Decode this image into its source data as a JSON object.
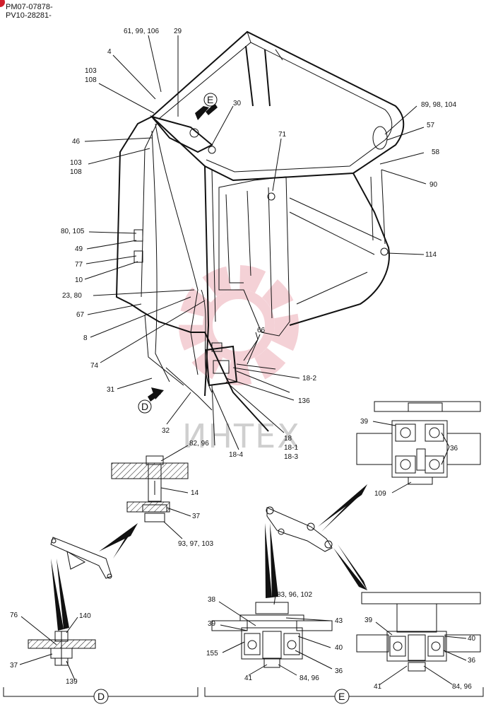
{
  "header": {
    "serial_1": "PM07-07878-",
    "serial_2": "PV10-28281-"
  },
  "watermark": {
    "text": "ИНТЕХ",
    "color": "#e89aa6"
  },
  "callouts": {
    "c_61_99_106": "61, 99, 106",
    "c_29": "29",
    "c_4": "4",
    "c_103_a": "103",
    "c_108_a": "108",
    "c_30": "30",
    "c_46": "46",
    "c_103_b": "103",
    "c_108_b": "108",
    "c_71": "71",
    "c_89_98_104": "89, 98, 104",
    "c_57": "57",
    "c_58": "58",
    "c_90": "90",
    "c_80_105": "80, 105",
    "c_49": "49",
    "c_77": "77",
    "c_10": "10",
    "c_114": "114",
    "c_23_80": "23, 80",
    "c_67": "67",
    "c_8": "8",
    "c_66": "66",
    "c_74": "74",
    "c_18_2": "18-2",
    "c_31": "31",
    "c_136": "136",
    "c_32": "32",
    "c_18": "18",
    "c_18_1": "18-1",
    "c_18_3": "18-3",
    "c_18_4": "18-4",
    "c_82_96": "82, 96",
    "c_14": "14",
    "c_37_a": "37",
    "c_93_97_103": "93, 97, 103",
    "c_39_a": "39",
    "c_36_a": "36",
    "c_109": "109",
    "c_83_96_102": "83, 96, 102",
    "c_38": "38",
    "c_39_b": "39",
    "c_43": "43",
    "c_40_a": "40",
    "c_155": "155",
    "c_36_b": "36",
    "c_41_a": "41",
    "c_84_96_a": "84, 96",
    "c_39_c": "39",
    "c_40_b": "40",
    "c_36_c": "36",
    "c_41_b": "41",
    "c_84_96_b": "84, 96",
    "c_76": "76",
    "c_140": "140",
    "c_37_b": "37",
    "c_139": "139"
  },
  "views": {
    "view_e": "E",
    "view_d": "D"
  }
}
